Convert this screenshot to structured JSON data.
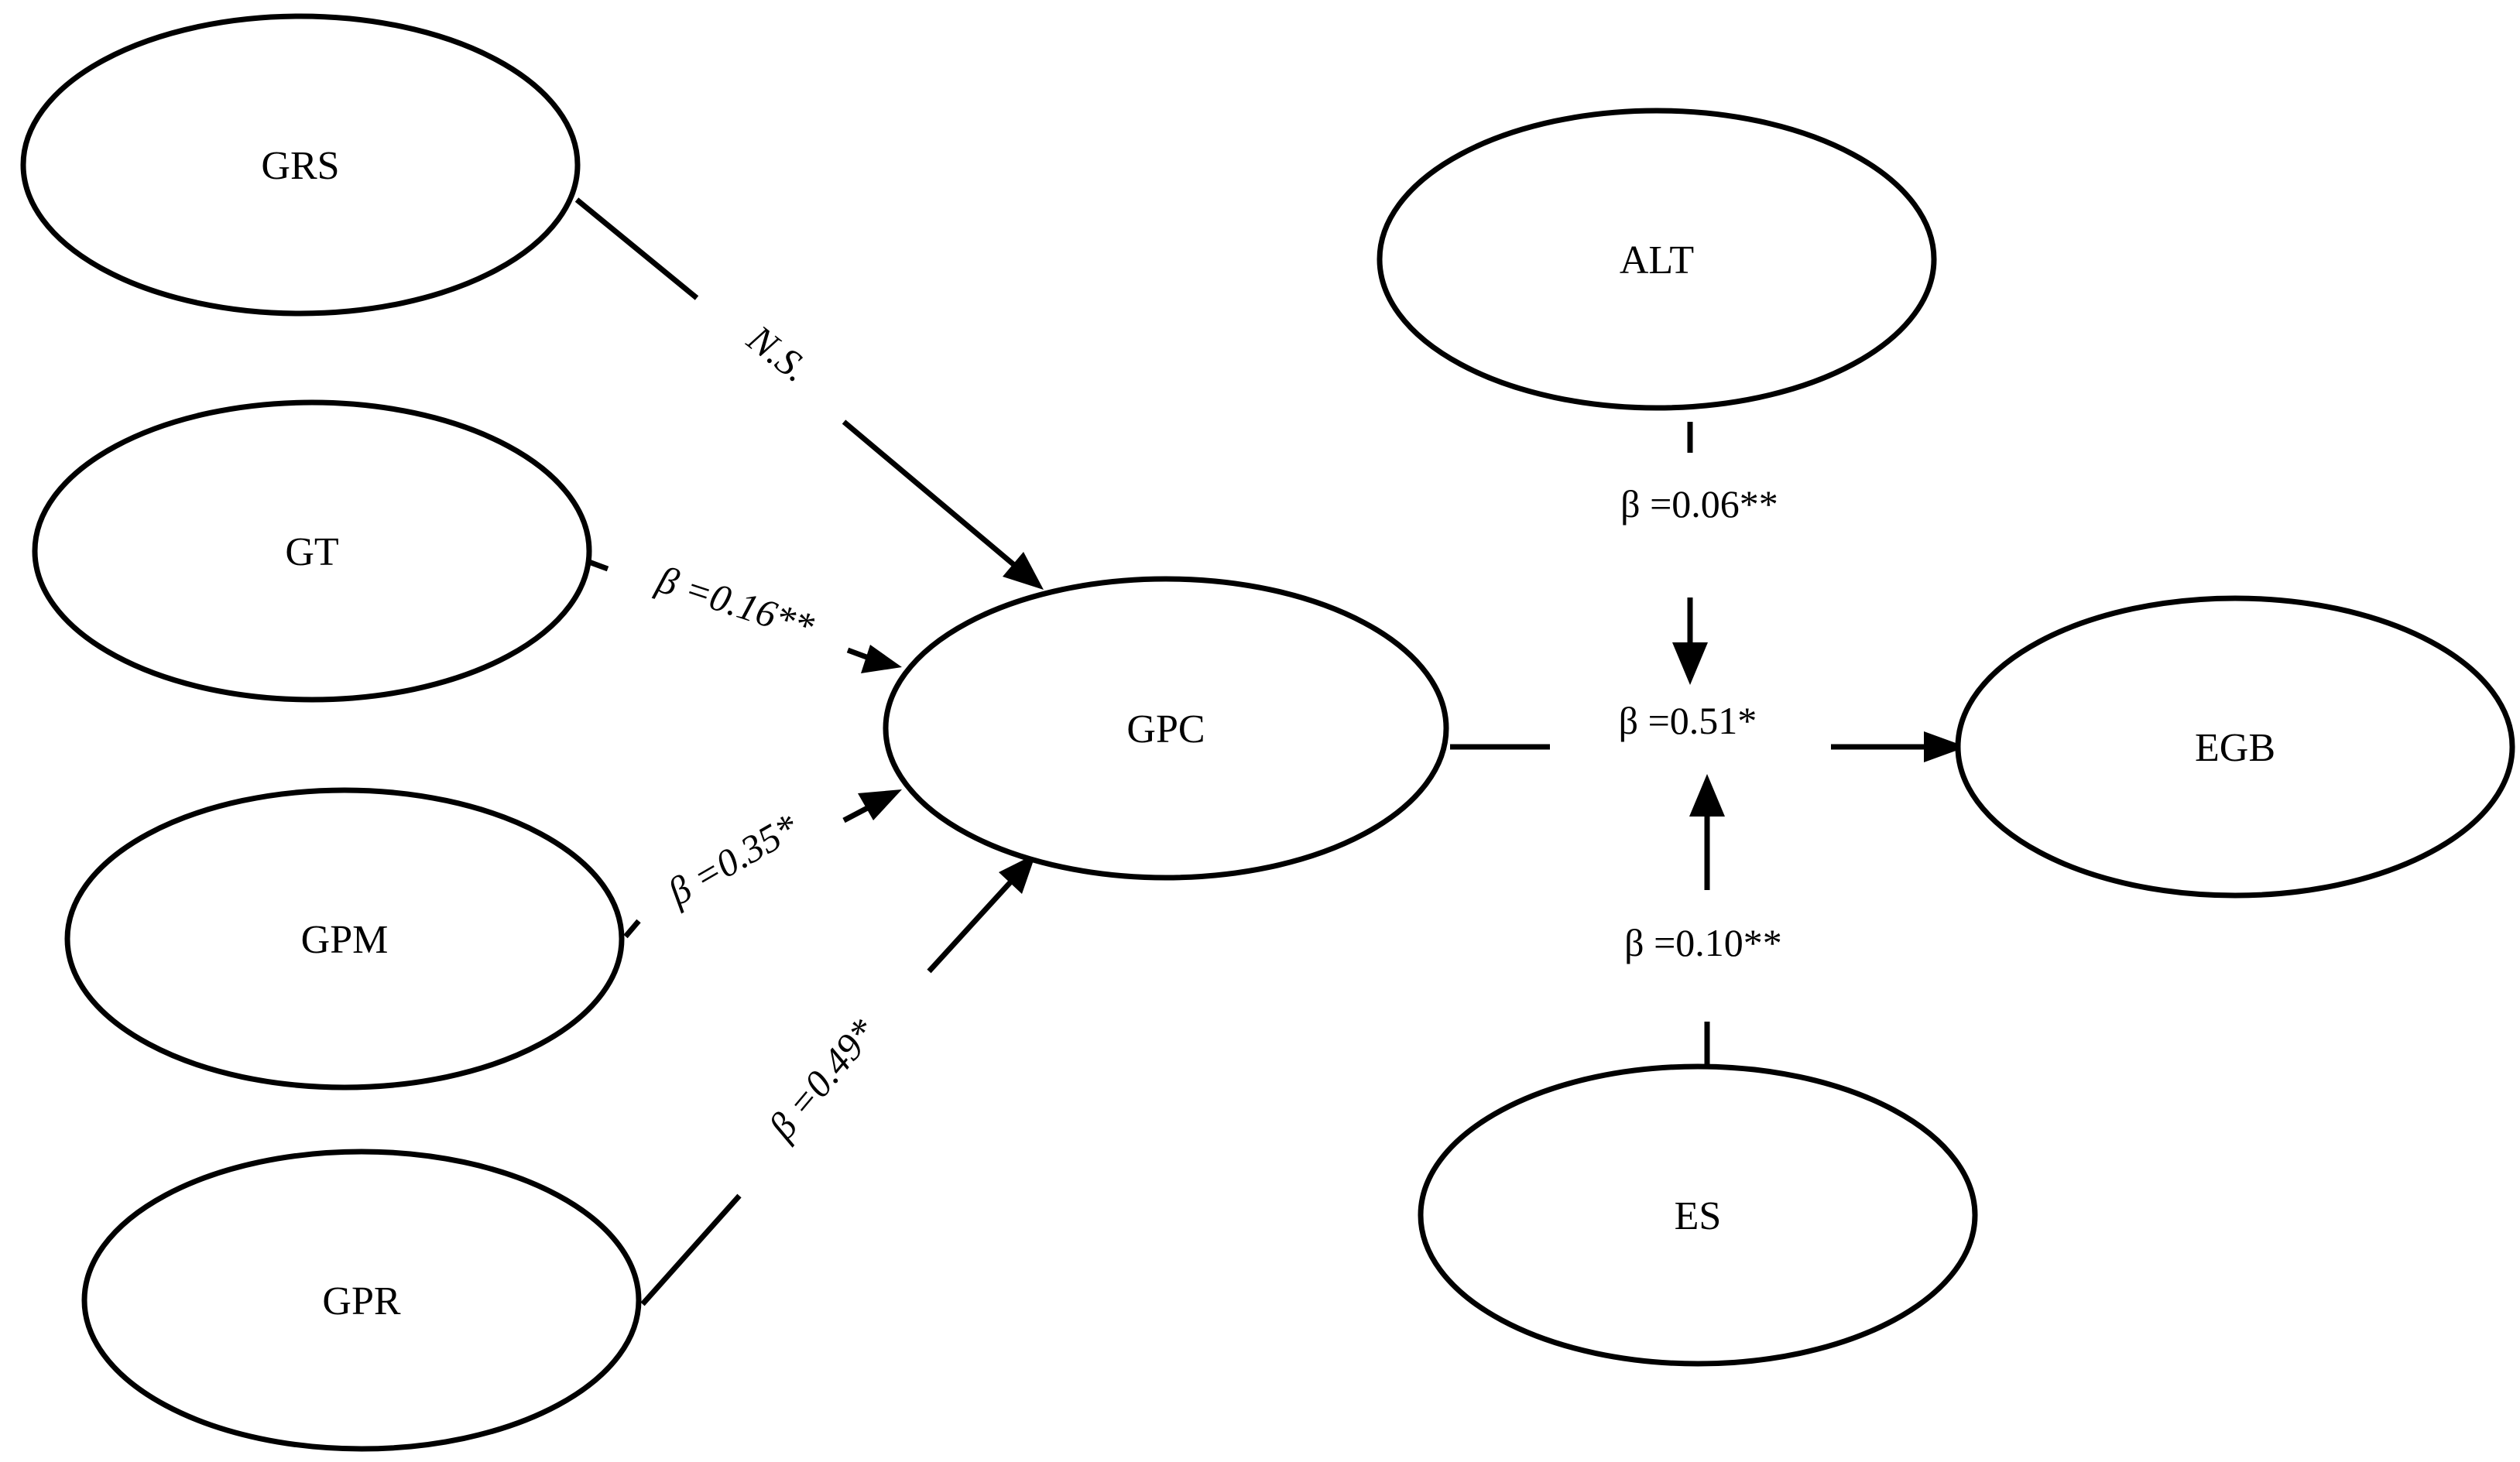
{
  "diagram": {
    "nodes": {
      "grs": "GRS",
      "gt": "GT",
      "gpm": "GPM",
      "gpr": "GPR",
      "gpc": "GPC",
      "alt": "ALT",
      "egb": "EGB",
      "es": "ES"
    },
    "paths": {
      "grs_gpc": "N.S.",
      "gt_gpc": "β =0.16**",
      "gpm_gpc": "β =0.35*",
      "gpr_gpc": "β =0.49*",
      "gpc_egb": "β =0.51*",
      "alt_moderation": "β =0.06**",
      "es_moderation": "β =0.10**"
    }
  }
}
